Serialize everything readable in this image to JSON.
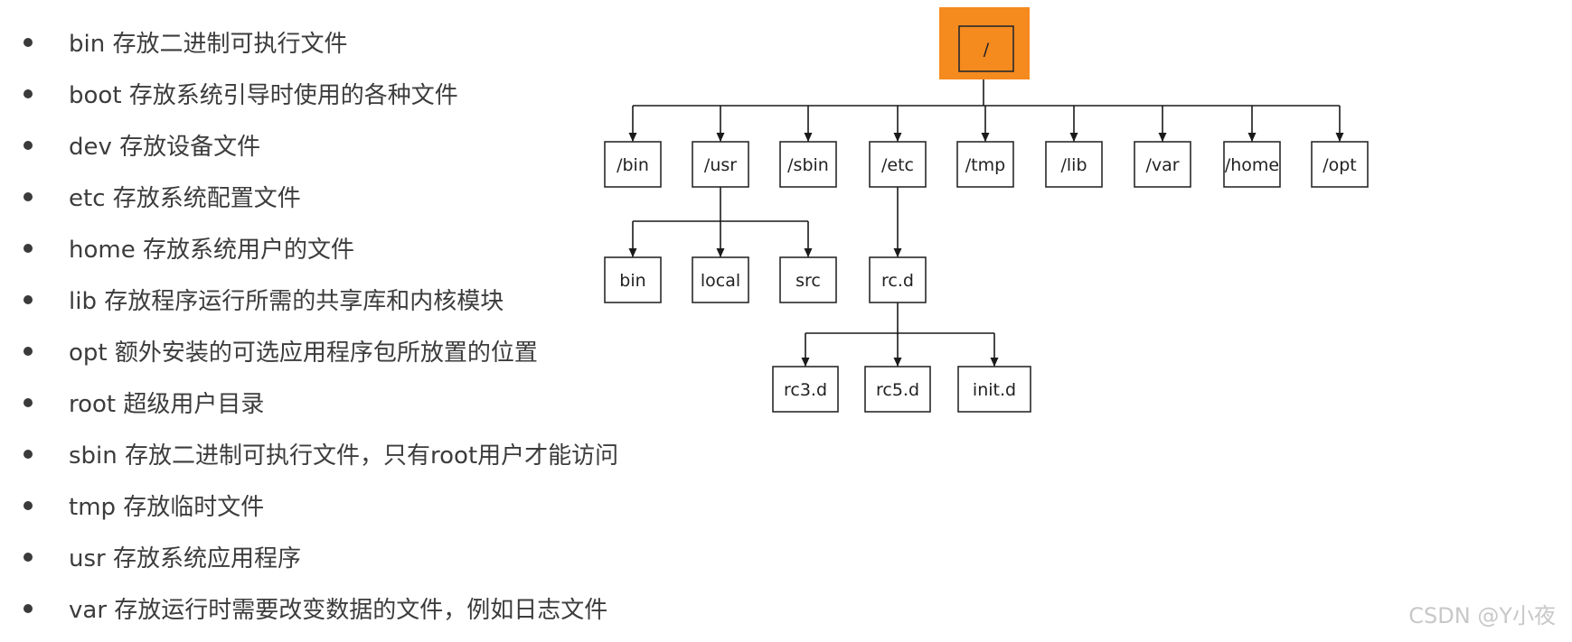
{
  "list": [
    "bin 存放二进制可执行文件",
    "boot 存放系统引导时使用的各种文件",
    "dev 存放设备文件",
    "etc 存放系统配置文件",
    "home 存放系统用户的文件",
    "lib 存放程序运行所需的共享库和内核模块",
    "opt 额外安装的可选应用程序包所放置的位置",
    "root 超级用户目录",
    "sbin 存放二进制可执行文件，只有root用户才能访问",
    "tmp 存放临时文件",
    "usr 存放系统应用程序",
    "var 存放运行时需要改变数据的文件，例如日志文件"
  ],
  "tree": {
    "root": "/",
    "level1": [
      "/bin",
      "/usr",
      "/sbin",
      "/etc",
      "/tmp",
      "/lib",
      "/var",
      "/home",
      "/opt"
    ],
    "usr_children": [
      "bin",
      "local",
      "src"
    ],
    "etc_children": [
      "rc.d"
    ],
    "rcd_children": [
      "rc3.d",
      "rc5.d",
      "init.d"
    ]
  },
  "colors": {
    "root_fill": "#f58a1f"
  },
  "watermark": "CSDN @Y小夜"
}
